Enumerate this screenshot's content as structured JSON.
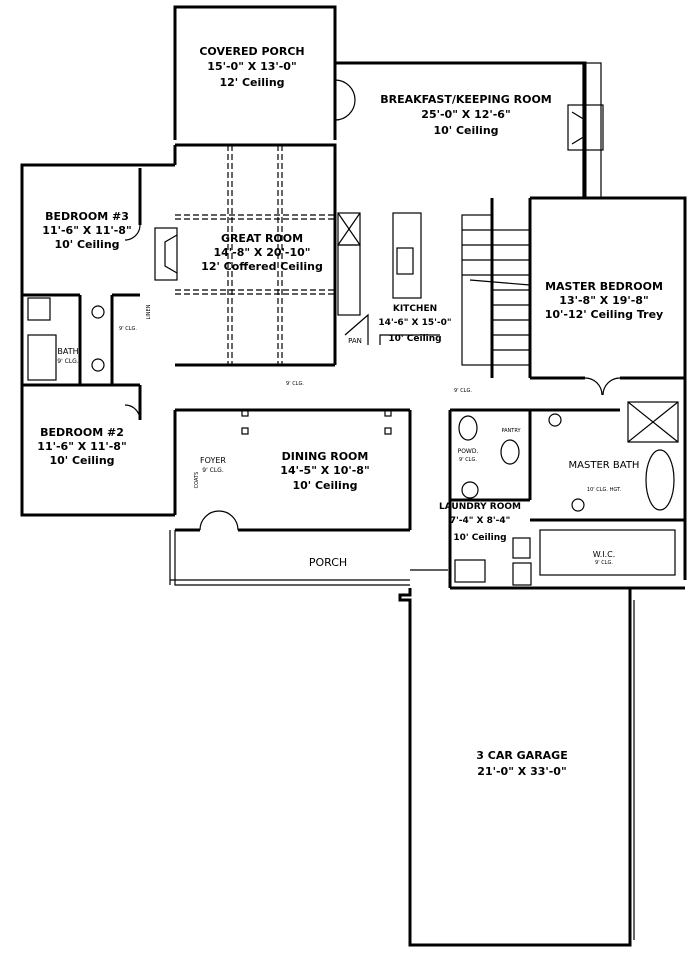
{
  "rooms": {
    "covered_porch": {
      "name": "COVERED PORCH",
      "size": "15'-0\" X 13'-0\"",
      "ceiling": "12' Ceiling"
    },
    "breakfast": {
      "name": "BREAKFAST/KEEPING ROOM",
      "size": "25'-0\" X 12'-6\"",
      "ceiling": "10' Ceiling"
    },
    "bedroom3": {
      "name": "BEDROOM #3",
      "size": "11'-6\" X 11'-8\"",
      "ceiling": "10' Ceiling"
    },
    "great_room": {
      "name": "GREAT ROOM",
      "size": "14'-8\" X 20'-10\"",
      "ceiling": "12' Coffered Ceiling"
    },
    "master_bedroom": {
      "name": "MASTER BEDROOM",
      "size": "13'-8\" X 19'-8\"",
      "ceiling": "10'-12' Ceiling Trey"
    },
    "kitchen": {
      "name": "KITCHEN",
      "size": "14'-6\" X 15'-0\"",
      "ceiling": "10' Ceiling"
    },
    "bath": {
      "name": "BATH",
      "ceiling": "9' CLG."
    },
    "bedroom2": {
      "name": "BEDROOM #2",
      "size": "11'-6\" X 11'-8\"",
      "ceiling": "10' Ceiling"
    },
    "dining": {
      "name": "DINING ROOM",
      "size": "14'-5\" X 10'-8\"",
      "ceiling": "10' Ceiling"
    },
    "laundry": {
      "name": "LAUNDRY ROOM",
      "size": "7'-4\" X 8'-4\"",
      "ceiling": "10' Ceiling"
    },
    "master_bath": {
      "name": "MASTER BATH",
      "ceiling": "10' CLG. HGT."
    },
    "garage": {
      "name": "3 CAR GARAGE",
      "size": "21'-0\" X 33'-0\""
    }
  },
  "notes": {
    "porch": "PORCH",
    "foyer": "FOYER",
    "foyer_clg": "9' CLG.",
    "pan": "PAN",
    "wic": "W.I.C.",
    "wic_clg": "9' CLG.",
    "powder": "POWD.",
    "powder_clg": "9' CLG.",
    "clg_9": "9' CLG.",
    "linen": "LINEN",
    "pantry": "PANTRY",
    "coats": "COATS"
  }
}
